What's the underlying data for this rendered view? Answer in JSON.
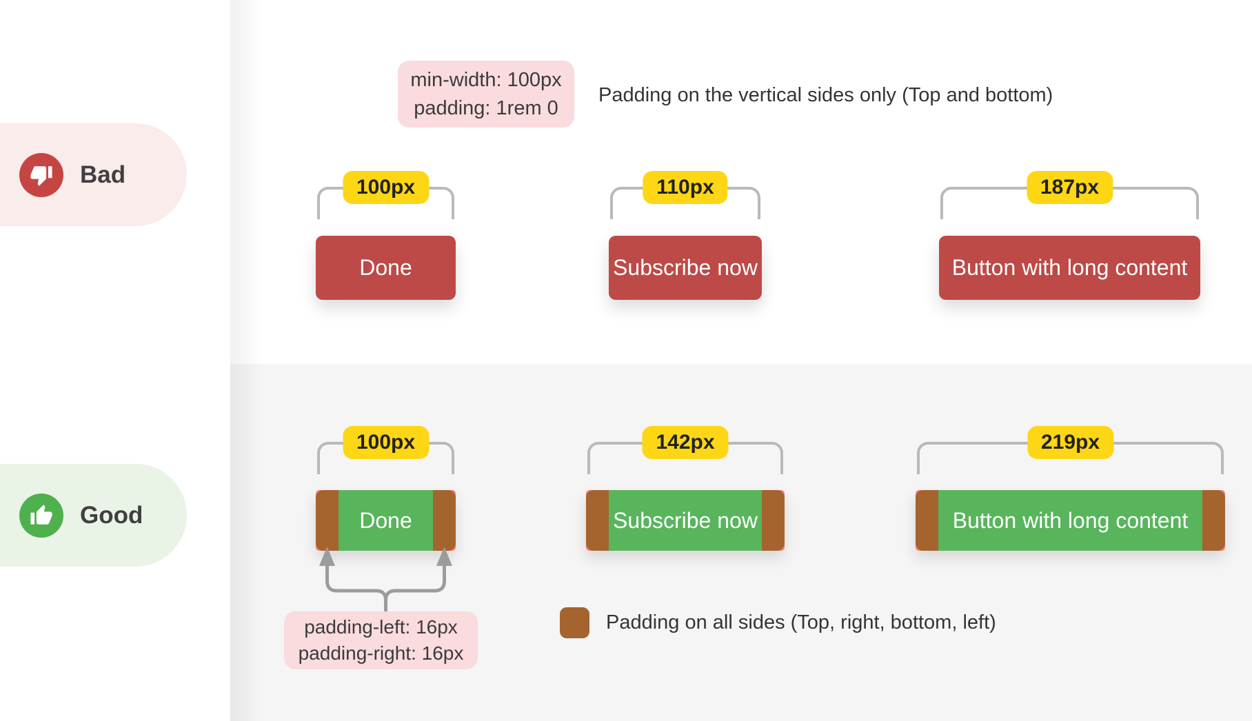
{
  "figure": {
    "bad_pill": {
      "label": "Bad",
      "icon": "thumbs-down-icon"
    },
    "good_pill": {
      "label": "Good",
      "icon": "thumbs-up-icon"
    },
    "bad_section": {
      "code_badge": {
        "line1": "min-width: 100px",
        "line2": "padding: 1rem 0"
      },
      "caption": "Padding on the vertical sides only (Top and bottom)",
      "buttons": [
        {
          "width_label": "100px",
          "text": "Done"
        },
        {
          "width_label": "110px",
          "text": "Subscribe now"
        },
        {
          "width_label": "187px",
          "text": "Button with long content"
        }
      ]
    },
    "good_section": {
      "buttons": [
        {
          "width_label": "100px",
          "text": "Done"
        },
        {
          "width_label": "142px",
          "text": "Subscribe now"
        },
        {
          "width_label": "219px",
          "text": "Button with long content"
        }
      ],
      "padding_badge": {
        "line1": "padding-left: 16px",
        "line2": "padding-right: 16px"
      },
      "legend_text": "Padding on all sides (Top, right, bottom, left)"
    },
    "colors": {
      "bad_button": "#bd4a47",
      "good_button_green": "#58b55c",
      "padding_brown": "#a5632e",
      "corner_salmon": "#f0807d",
      "width_label_yellow": "#fdd615",
      "code_badge_pink": "#fadbde",
      "bad_pill_bg": "#f9eceb",
      "good_pill_bg": "#e9f3e6",
      "bad_circle": "#c54543",
      "good_circle": "#4fb04e",
      "bracket_gray": "#b9b9b9",
      "arrow_gray": "#9c9c9c",
      "good_panel_bg": "#f5f5f6"
    }
  }
}
